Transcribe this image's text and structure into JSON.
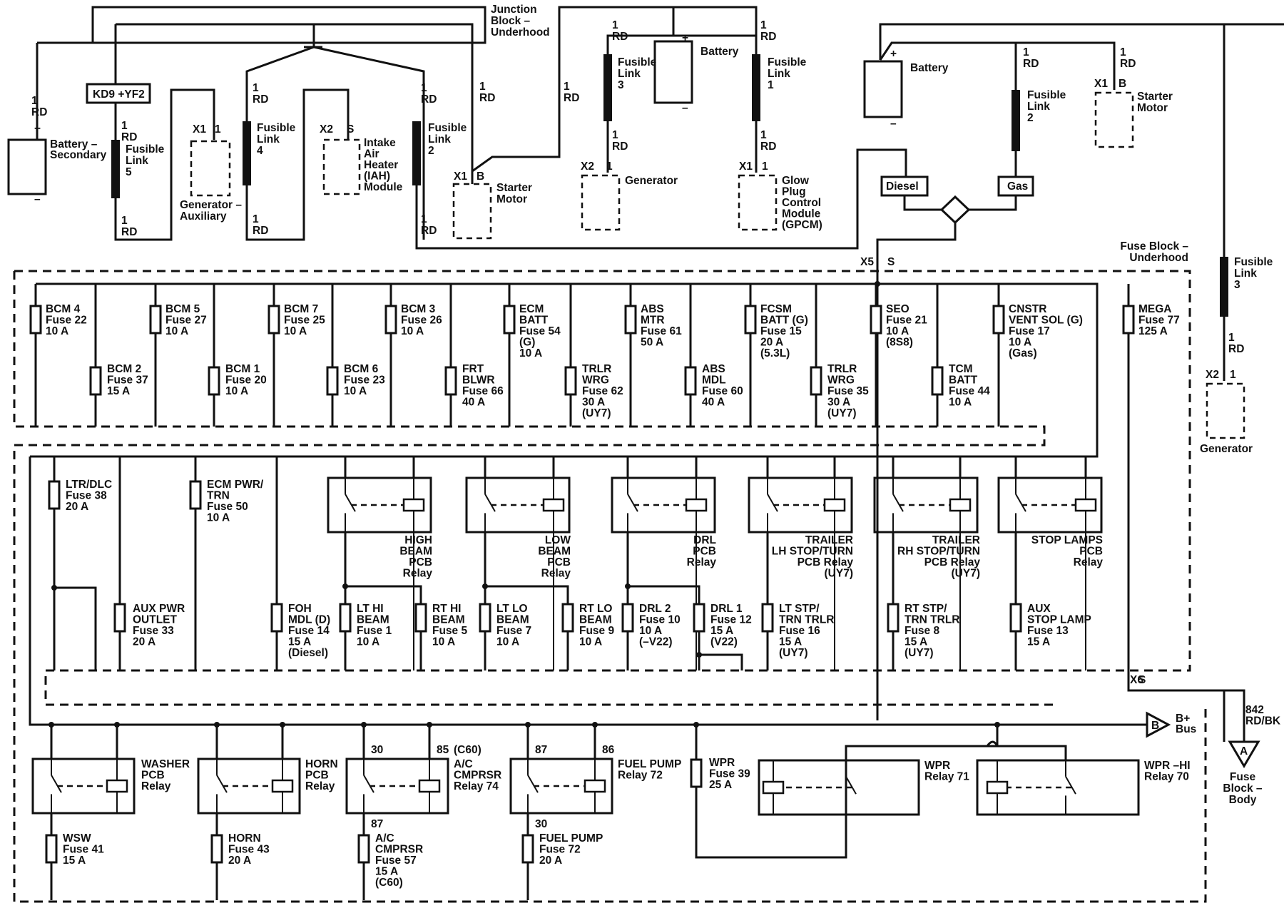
{
  "top": {
    "junction_block": [
      "Junction",
      "Block –",
      "Underhood"
    ],
    "kd9_label": "KD9 +YF2",
    "battery_secondary": {
      "wire": [
        "1",
        "RD"
      ],
      "label": [
        "Battery –",
        "Secondary"
      ],
      "plus": "+",
      "minus": "–"
    },
    "fusible_link_5": {
      "wire_top": [
        "1",
        "RD"
      ],
      "label": [
        "Fusible",
        "Link",
        "5"
      ],
      "wire_bot": [
        "1",
        "RD"
      ]
    },
    "generator_aux": {
      "conn": "X1",
      "pin": "1",
      "label": [
        "Generator –",
        "Auxiliary"
      ]
    },
    "fusible_link_4": {
      "wire_top": [
        "1",
        "RD"
      ],
      "label": [
        "Fusible",
        "Link",
        "4"
      ],
      "wire_bot": [
        "1",
        "RD"
      ]
    },
    "iah": {
      "conn": "X2",
      "pin": "S",
      "label": [
        "Intake",
        "Air",
        "Heater",
        "(IAH)",
        "Module"
      ]
    },
    "fusible_link_2a": {
      "wire_top": [
        "1",
        "RD"
      ],
      "label": [
        "Fusible",
        "Link",
        "2"
      ],
      "wire_bot": [
        "1",
        "RD"
      ]
    },
    "starter_motor_a": {
      "wire": [
        "1",
        "RD"
      ],
      "conn": "X1",
      "pin": "B",
      "label": [
        "Starter",
        "Motor"
      ]
    },
    "wire_1rd_mid": [
      "1",
      "RD"
    ],
    "fusible_link_3a": {
      "wire_top": [
        "1",
        "RD"
      ],
      "label": [
        "Fusible",
        "Link",
        "3"
      ],
      "wire_bot": [
        "1",
        "RD"
      ]
    },
    "battery_main": {
      "label": "Battery",
      "plus": "+",
      "minus": "–"
    },
    "generator_a": {
      "conn": "X2",
      "pin": "1",
      "label": "Generator"
    },
    "fusible_link_1": {
      "wire_top": [
        "1",
        "RD"
      ],
      "label": [
        "Fusible",
        "Link",
        "1"
      ],
      "wire_bot": [
        "1",
        "RD"
      ]
    },
    "gpcm": {
      "conn": "X1",
      "pin": "1",
      "label": [
        "Glow",
        "Plug",
        "Control",
        "Module",
        "(GPCM)"
      ]
    },
    "battery_right": {
      "label": "Battery",
      "plus": "+",
      "minus": "–"
    },
    "fusible_link_2b": {
      "wire_top": [
        "1",
        "RD"
      ],
      "label": [
        "Fusible",
        "Link",
        "2"
      ]
    },
    "starter_motor_b": {
      "wire": [
        "1",
        "RD"
      ],
      "conn": "X1",
      "pin": "B",
      "label": [
        "Starter",
        "Motor"
      ]
    },
    "diesel": "Diesel",
    "gas": "Gas",
    "x5": [
      "X5",
      "S"
    ],
    "fusible_link_3b": {
      "label": [
        "Fusible",
        "Link",
        "3"
      ],
      "wire_bot": [
        "1",
        "RD"
      ]
    },
    "generator_b": {
      "conn": "X2",
      "pin": "1",
      "label": "Generator"
    }
  },
  "fuse_block": {
    "label": [
      "Fuse Block –",
      "Underhood"
    ],
    "row1": [
      {
        "lines": [
          "BCM 4",
          "Fuse 22",
          "10 A"
        ]
      },
      {
        "lines": [
          "BCM 5",
          "Fuse 27",
          "10 A"
        ]
      },
      {
        "lines": [
          "BCM 7",
          "Fuse 25",
          "10 A"
        ]
      },
      {
        "lines": [
          "BCM 3",
          "Fuse 26",
          "10 A"
        ]
      },
      {
        "lines": [
          "ECM",
          "BATT",
          "Fuse 54",
          "(G)",
          "10 A"
        ]
      },
      {
        "lines": [
          "ABS",
          "MTR",
          "Fuse 61",
          "50 A"
        ]
      },
      {
        "lines": [
          "FCSM",
          "BATT (G)",
          "Fuse 15",
          "20 A",
          "(5.3L)"
        ]
      },
      {
        "lines": [
          "SEO",
          "Fuse 21",
          "10 A",
          "(8S8)"
        ]
      },
      {
        "lines": [
          "CNSTR",
          "VENT SOL (G)",
          "Fuse 17",
          "10 A",
          "(Gas)"
        ]
      },
      {
        "lines": [
          "MEGA",
          "Fuse 77",
          "125 A"
        ]
      }
    ],
    "row1b": [
      {
        "lines": [
          "BCM 2",
          "Fuse 37",
          "15 A"
        ]
      },
      {
        "lines": [
          "BCM 1",
          "Fuse 20",
          "10 A"
        ]
      },
      {
        "lines": [
          "BCM 6",
          "Fuse 23",
          "10 A"
        ]
      },
      {
        "lines": [
          "FRT",
          "BLWR",
          "Fuse 66",
          "40 A"
        ]
      },
      {
        "lines": [
          "TRLR",
          "WRG",
          "Fuse 62",
          "30 A",
          "(UY7)"
        ]
      },
      {
        "lines": [
          "ABS",
          "MDL",
          "Fuse 60",
          "40 A"
        ]
      },
      {
        "lines": [
          "TRLR",
          "WRG",
          "Fuse 35",
          "30 A",
          "(UY7)"
        ]
      },
      {
        "lines": [
          "TCM",
          "BATT",
          "Fuse 44",
          "10 A"
        ]
      }
    ],
    "fuses_mid_top": [
      {
        "lines": [
          "LTR/DLC",
          "Fuse 38",
          "20 A"
        ]
      },
      {
        "lines": [
          "ECM PWR/",
          "TRN",
          "Fuse 50",
          "10 A"
        ]
      }
    ],
    "relays_mid": [
      {
        "lines": [
          "HIGH",
          "BEAM",
          "PCB",
          "Relay"
        ]
      },
      {
        "lines": [
          "LOW",
          "BEAM",
          "PCB",
          "Relay"
        ]
      },
      {
        "lines": [
          "DRL",
          "PCB",
          "Relay"
        ]
      },
      {
        "lines": [
          "TRAILER",
          "LH STOP/TURN",
          "PCB Relay",
          "(UY7)"
        ]
      },
      {
        "lines": [
          "TRAILER",
          "RH STOP/TURN",
          "PCB Relay",
          "(UY7)"
        ]
      },
      {
        "lines": [
          "STOP LAMPS",
          "PCB",
          "Relay"
        ]
      }
    ],
    "fuses_mid_bot": [
      {
        "lines": [
          "AUX PWR",
          "OUTLET",
          "Fuse 33",
          "20 A"
        ]
      },
      {
        "lines": [
          "FOH",
          "MDL (D)",
          "Fuse 14",
          "15 A",
          "(Diesel)"
        ]
      },
      {
        "lines": [
          "LT HI",
          "BEAM",
          "Fuse 1",
          "10 A"
        ]
      },
      {
        "lines": [
          "RT HI",
          "BEAM",
          "Fuse 5",
          "10 A"
        ]
      },
      {
        "lines": [
          "LT LO",
          "BEAM",
          "Fuse 7",
          "10 A"
        ]
      },
      {
        "lines": [
          "RT LO",
          "BEAM",
          "Fuse 9",
          "10 A"
        ]
      },
      {
        "lines": [
          "DRL 2",
          "Fuse 10",
          "10 A",
          "(–V22)"
        ]
      },
      {
        "lines": [
          "DRL 1",
          "Fuse 12",
          "15 A",
          "(V22)"
        ]
      },
      {
        "lines": [
          "LT STP/",
          "TRN TRLR",
          "Fuse 16",
          "15 A",
          "(UY7)"
        ]
      },
      {
        "lines": [
          "RT STP/",
          "TRN TRLR",
          "Fuse 8",
          "15 A",
          "(UY7)"
        ]
      },
      {
        "lines": [
          "AUX",
          "STOP LAMP",
          "Fuse 13",
          "15 A"
        ]
      }
    ],
    "x6": [
      "X6",
      "S"
    ],
    "bplus": [
      "B+",
      "Bus"
    ],
    "b_letter": "B",
    "a_letter": "A",
    "wire_842": [
      "842",
      "RD/BK"
    ],
    "fuse_block_body": [
      "Fuse",
      "Block –",
      "Body"
    ],
    "relays_bot": [
      {
        "lines": [
          "WASHER",
          "PCB",
          "Relay"
        ]
      },
      {
        "lines": [
          "HORN",
          "PCB",
          "Relay"
        ]
      },
      {
        "lines": [
          "A/C",
          "CMPRSR",
          "Relay 74"
        ]
      },
      {
        "lines": [
          "FUEL PUMP",
          "Relay 72"
        ]
      },
      {
        "lines": [
          "WPR",
          "Relay 71"
        ]
      },
      {
        "lines": [
          "WPR –HI",
          "Relay 70"
        ]
      }
    ],
    "ac_pins": {
      "p30": "30",
      "p85": "85",
      "c60": "(C60)",
      "p87": "87"
    },
    "fp_pins": {
      "p87": "87",
      "p86": "86",
      "p30": "30"
    },
    "wpr_fuse": {
      "lines": [
        "WPR",
        "Fuse 39",
        "25 A"
      ]
    },
    "fuses_bot": [
      {
        "lines": [
          "WSW",
          "Fuse 41",
          "15 A"
        ]
      },
      {
        "lines": [
          "HORN",
          "Fuse 43",
          "20 A"
        ]
      },
      {
        "lines": [
          "A/C",
          "CMPRSR",
          "Fuse 57",
          "15 A",
          "(C60)"
        ]
      },
      {
        "lines": [
          "FUEL PUMP",
          "Fuse 72",
          "20 A"
        ]
      }
    ]
  }
}
